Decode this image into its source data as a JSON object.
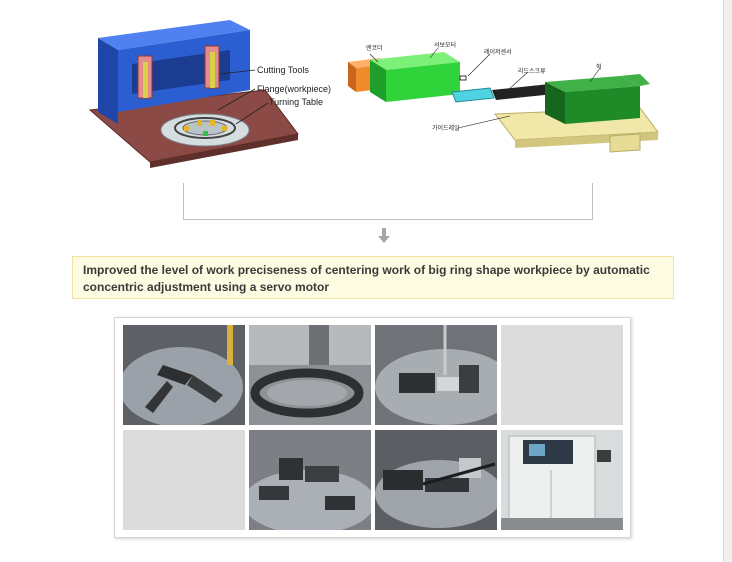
{
  "diagram_left": {
    "labels": [
      "Cutting Tools",
      "Flange(workpiece)",
      "Turning Table"
    ]
  },
  "diagram_right": {
    "labels": [
      "엔코더",
      "서보모터",
      "레이저센서",
      "리드스크류",
      "척",
      "가이드레일"
    ]
  },
  "summary": {
    "line1": "Improved the level of work preciseness of centering work of big ring shape workpiece by automatic",
    "line2": "concentric adjustment using a servo motor"
  },
  "gallery": {
    "photos": [
      {
        "name": "chuck-jaws-photo",
        "placeholder": false
      },
      {
        "name": "ring-fixture-photo",
        "placeholder": false
      },
      {
        "name": "machining-head-photo",
        "placeholder": false
      },
      {
        "name": "empty-slot",
        "placeholder": true
      },
      {
        "name": "empty-slot",
        "placeholder": true
      },
      {
        "name": "servo-jaw-closeup-photo",
        "placeholder": false
      },
      {
        "name": "actuator-assembly-photo",
        "placeholder": false
      },
      {
        "name": "control-cabinet-photo",
        "placeholder": false
      }
    ]
  },
  "colors": {
    "accent_box_bg": "#fefbe3",
    "accent_box_border": "#f1e3a0",
    "machine_blue": "#2b5fd1",
    "servo_green": "#2fd43a",
    "encoder_orange": "#f08a2a"
  }
}
